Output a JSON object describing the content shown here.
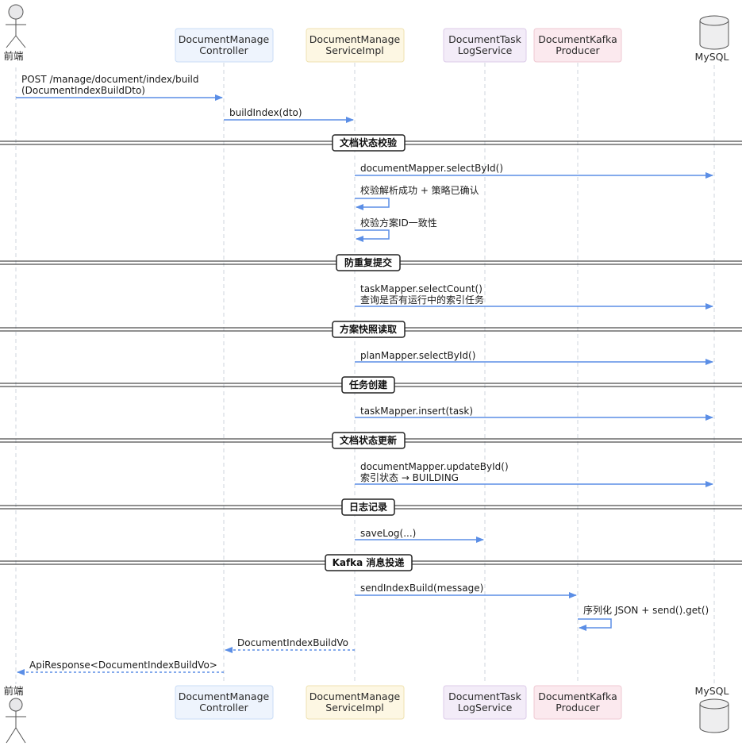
{
  "participants": {
    "frontend": {
      "label": "前端",
      "type": "actor"
    },
    "controller": {
      "line1": "DocumentManage",
      "line2": "Controller",
      "fill": "#eef4fd",
      "stroke": "#c9dcf6"
    },
    "service": {
      "line1": "DocumentManage",
      "line2": "ServiceImpl",
      "fill": "#fdf7e3",
      "stroke": "#efe2b0"
    },
    "tasklog": {
      "line1": "DocumentTask",
      "line2": "LogService",
      "fill": "#f3ecf8",
      "stroke": "#dccbe9"
    },
    "kafka": {
      "line1": "DocumentKafka",
      "line2": "Producer",
      "fill": "#fbe9ee",
      "stroke": "#efc9d3"
    },
    "mysql": {
      "label": "MySQL",
      "type": "database"
    }
  },
  "messages": {
    "m1": {
      "line1": "POST /manage/document/index/build",
      "line2": "(DocumentIndexBuildDto)"
    },
    "m2": "buildIndex(dto)",
    "m3": "documentMapper.selectById()",
    "m4": "校验解析成功 + 策略已确认",
    "m5": "校验方案ID一致性",
    "m6": {
      "line1": "taskMapper.selectCount()",
      "line2": "查询是否有运行中的索引任务"
    },
    "m7": "planMapper.selectById()",
    "m8": "taskMapper.insert(task)",
    "m9": {
      "line1": "documentMapper.updateById()",
      "line2": "索引状态 → BUILDING"
    },
    "m10": "saveLog(...)",
    "m11": "sendIndexBuild(message)",
    "m12": "序列化 JSON + send().get()",
    "m13": "DocumentIndexBuildVo",
    "m14": "ApiResponse<DocumentIndexBuildVo>"
  },
  "sections": {
    "s1": "文档状态校验",
    "s2": "防重复提交",
    "s3": "方案快照读取",
    "s4": "任务创建",
    "s5": "文档状态更新",
    "s6": "日志记录",
    "s7": "Kafka 消息投递"
  },
  "colors": {
    "arrow": "#5b8ee6",
    "lifeline": "#cfd4dc",
    "separator": "#222222"
  }
}
